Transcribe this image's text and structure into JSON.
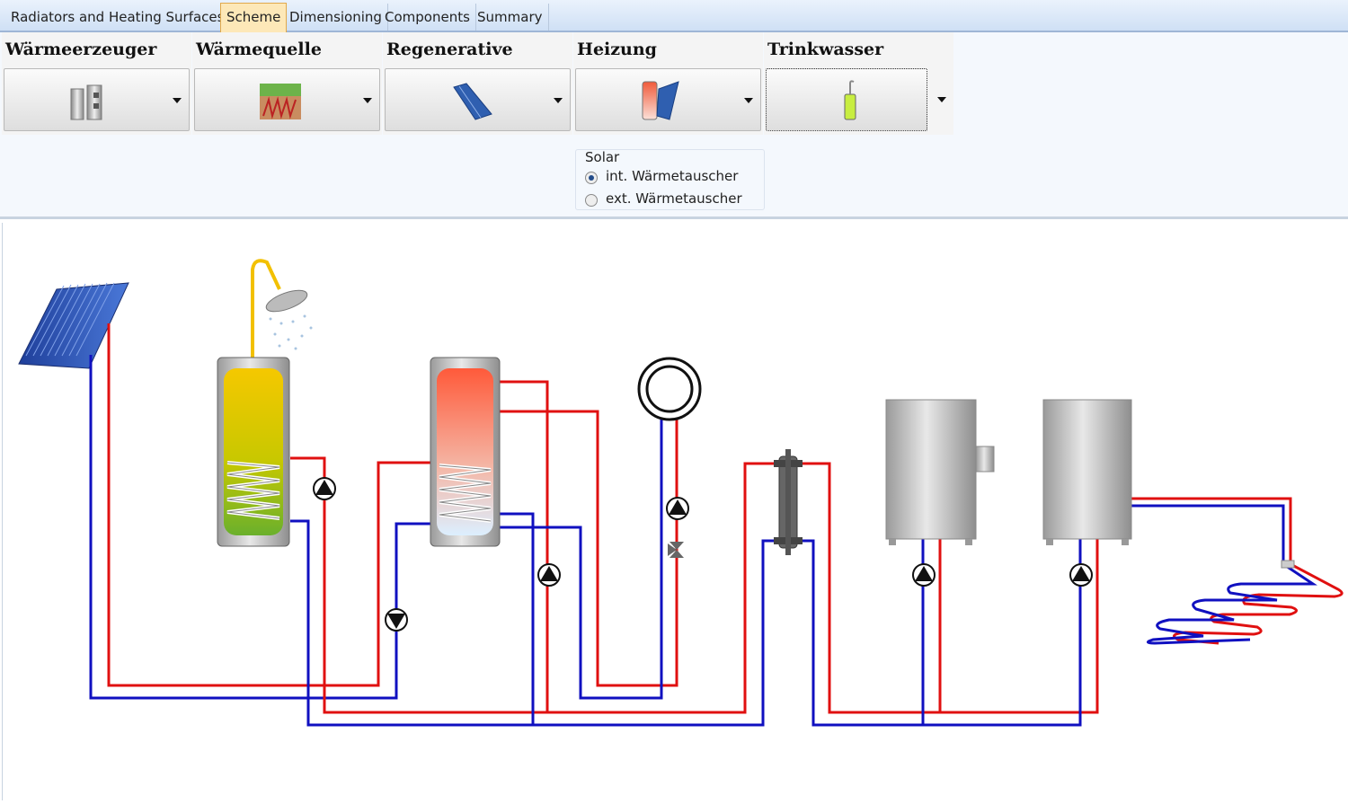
{
  "tabs": [
    {
      "label": "Radiators and Heating Surfaces",
      "active": false
    },
    {
      "label": "Scheme",
      "active": true
    },
    {
      "label": "Dimensioning",
      "active": false
    },
    {
      "label": "Components",
      "active": false
    },
    {
      "label": "Summary",
      "active": false
    }
  ],
  "ribbon": {
    "groups": [
      {
        "title": "Wärmeerzeuger",
        "icon": "boiler-icon"
      },
      {
        "title": "Wärmequelle",
        "icon": "ground-heat-icon"
      },
      {
        "title": "Regenerative",
        "icon": "solar-collector-icon"
      },
      {
        "title": "Heizung",
        "icon": "storage-collector-icon"
      },
      {
        "title": "Trinkwasser",
        "icon": "water-heater-icon"
      }
    ],
    "solar": {
      "title": "Solar",
      "options": [
        {
          "label": "int. Wärmetauscher",
          "selected": true
        },
        {
          "label": "ext. Wärmetauscher",
          "selected": false
        }
      ]
    }
  },
  "colors": {
    "supply": "#e01010",
    "return": "#1010c0",
    "accent": "#fde8b8"
  }
}
